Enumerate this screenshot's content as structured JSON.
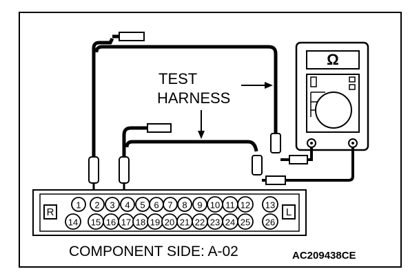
{
  "labels": {
    "test_harness_line1": "TEST",
    "test_harness_line2": "HARNESS",
    "caption": "COMPONENT SIDE: A-02",
    "code": "AC209438CE",
    "meter_unit": "Ω",
    "side_left": "R",
    "side_right": "L"
  },
  "connector": {
    "top_row": [
      "1",
      "2",
      "3",
      "4",
      "5",
      "6",
      "7",
      "8",
      "9",
      "10",
      "11",
      "12",
      "13"
    ],
    "bottom_row": [
      "14",
      "15",
      "16",
      "17",
      "18",
      "19",
      "20",
      "21",
      "22",
      "23",
      "24",
      "25",
      "26"
    ],
    "probed_pins": [
      "2",
      "4"
    ]
  },
  "instrument": "ohmmeter-icon"
}
